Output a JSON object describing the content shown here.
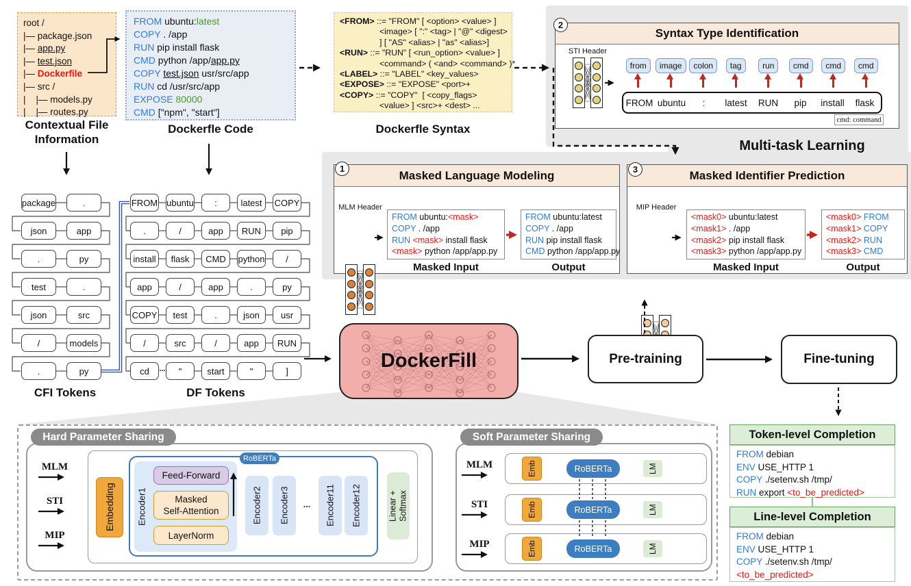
{
  "labels": {
    "contextual_file_information": "Contextual File\nInformation",
    "dockerfile_code": "Dockerfle Code",
    "dockerfile_syntax": "Dockerfle Syntax",
    "cfi_tokens": "CFI Tokens",
    "df_tokens": "DF Tokens",
    "multi_task_learning": "Multi-task Learning"
  },
  "flow": {
    "dockerfill": "DockerFill",
    "pre_training": "Pre-training",
    "fine_tuning": "Fine-tuning"
  },
  "file_tree": {
    "lines": [
      {
        "s": [
          {
            "t": "root /"
          }
        ]
      },
      {
        "s": [
          {
            "t": "|— package.json"
          }
        ]
      },
      {
        "s": [
          {
            "t": "|— "
          },
          {
            "t": "app.py",
            "c": "u"
          }
        ]
      },
      {
        "s": [
          {
            "t": "|— "
          },
          {
            "t": "test.json",
            "c": "u"
          }
        ]
      },
      {
        "s": [
          {
            "t": "|— "
          },
          {
            "t": "Dockerfile",
            "c": "rb"
          }
        ]
      },
      {
        "s": [
          {
            "t": "|— src /"
          }
        ]
      },
      {
        "s": [
          {
            "t": "|    |— models.py"
          }
        ]
      },
      {
        "s": [
          {
            "t": "|    |— routes.py"
          }
        ]
      }
    ]
  },
  "dockerfile_code": {
    "lines": [
      {
        "s": [
          {
            "t": "FROM",
            "c": "kw"
          },
          {
            "t": " ubuntu:"
          },
          {
            "t": "latest",
            "c": "val"
          }
        ]
      },
      {
        "s": [
          {
            "t": "COPY",
            "c": "kw"
          },
          {
            "t": " . /app"
          }
        ]
      },
      {
        "s": [
          {
            "t": "RUN",
            "c": "kw"
          },
          {
            "t": " pip install flask"
          }
        ]
      },
      {
        "s": [
          {
            "t": "CMD",
            "c": "kw"
          },
          {
            "t": " python /app/"
          },
          {
            "t": "app.py",
            "c": "u"
          }
        ]
      },
      {
        "s": [
          {
            "t": "COPY",
            "c": "kw"
          },
          {
            "t": " "
          },
          {
            "t": "test.json",
            "c": "u"
          },
          {
            "t": " usr/src/app"
          }
        ]
      },
      {
        "s": [
          {
            "t": "RUN",
            "c": "kw"
          },
          {
            "t": " cd /usr/src/app"
          }
        ]
      },
      {
        "s": [
          {
            "t": "EXPOSE",
            "c": "kw"
          },
          {
            "t": " "
          },
          {
            "t": "80000",
            "c": "val"
          }
        ]
      },
      {
        "s": [
          {
            "t": "CMD",
            "c": "kw"
          },
          {
            "t": " [\"npm\", \"start\"]"
          }
        ]
      }
    ]
  },
  "dockerfile_syntax": {
    "lines": [
      {
        "s": [
          {
            "t": "<FROM>",
            "c": "b"
          },
          {
            "t": " ::= \"FROM\" [ <option> <value> ]"
          }
        ]
      },
      {
        "ind": true,
        "s": [
          {
            "t": "<image> [ \":\" <tag> | \"@\" <digest>"
          }
        ]
      },
      {
        "ind": true,
        "s": [
          {
            "t": "] [ \"AS\" <alias> | \"as\" <alias>]"
          }
        ]
      },
      {
        "s": [
          {
            "t": "<RUN>",
            "c": "b"
          },
          {
            "t": " ::= \"RUN\" [ <run_option> <value> ]"
          }
        ]
      },
      {
        "ind": true,
        "s": [
          {
            "t": "<command> ( <and> <command> )*"
          }
        ]
      },
      {
        "s": [
          {
            "t": "<LABEL>",
            "c": "b"
          },
          {
            "t": " ::= \"LABEL\" <key_values>"
          }
        ]
      },
      {
        "s": [
          {
            "t": "<EXPOSE>",
            "c": "b"
          },
          {
            "t": " ::= \"EXPOSE\" <port>+"
          }
        ]
      },
      {
        "s": [
          {
            "t": "<COPY>",
            "c": "b"
          },
          {
            "t": " ::= \"COPY\"  [ <copy_flags>"
          }
        ]
      },
      {
        "ind": true,
        "s": [
          {
            "t": "<value> ] <src>+ <dest> ..."
          }
        ]
      }
    ]
  },
  "sti": {
    "number": "2",
    "title": "Syntax Type Identification",
    "header_label": "STI Header",
    "chips": [
      "from",
      "image",
      "colon",
      "tag",
      "run",
      "cmd",
      "cmd",
      "cmd"
    ],
    "tokens": [
      "FROM",
      "ubuntu",
      ":",
      "latest",
      "RUN",
      "pip",
      "install",
      "flask"
    ],
    "note": "cmd: command"
  },
  "mlm": {
    "number": "1",
    "title": "Masked Language Modeling",
    "header_label": "MLM Header",
    "masked_input_label": "Masked Input",
    "output_label": "Output",
    "masked_input_lines": [
      {
        "s": [
          {
            "t": "FROM",
            "c": "kw"
          },
          {
            "t": " ubuntu:"
          },
          {
            "t": "<mask>",
            "c": "mask"
          }
        ]
      },
      {
        "s": [
          {
            "t": "COPY",
            "c": "kw"
          },
          {
            "t": " . /app"
          }
        ]
      },
      {
        "s": [
          {
            "t": "RUN",
            "c": "kw"
          },
          {
            "t": " "
          },
          {
            "t": "<mask>",
            "c": "mask"
          },
          {
            "t": " install flask"
          }
        ]
      },
      {
        "s": [
          {
            "t": "<mask>",
            "c": "mask"
          },
          {
            "t": " python /app/app.py"
          }
        ]
      }
    ],
    "output_lines": [
      {
        "s": [
          {
            "t": "FROM",
            "c": "kw"
          },
          {
            "t": " ubuntu:latest"
          }
        ]
      },
      {
        "s": [
          {
            "t": "COPY",
            "c": "kw"
          },
          {
            "t": " . /app"
          }
        ]
      },
      {
        "s": [
          {
            "t": "RUN",
            "c": "kw"
          },
          {
            "t": " pip install flask"
          }
        ]
      },
      {
        "s": [
          {
            "t": "CMD",
            "c": "kw"
          },
          {
            "t": " python /app/app.py"
          }
        ]
      }
    ]
  },
  "mip": {
    "number": "3",
    "title": "Masked Identifier Prediction",
    "header_label": "MIP Header",
    "masked_input_label": "Masked Input",
    "output_label": "Output",
    "masked_input_lines": [
      {
        "s": [
          {
            "t": "<mask0>",
            "c": "mask"
          },
          {
            "t": " ubuntu:latest"
          }
        ]
      },
      {
        "s": [
          {
            "t": "<mask1>",
            "c": "mask"
          },
          {
            "t": " . /app"
          }
        ]
      },
      {
        "s": [
          {
            "t": "<mask2>",
            "c": "mask"
          },
          {
            "t": " pip install flask"
          }
        ]
      },
      {
        "s": [
          {
            "t": "<mask3>",
            "c": "mask"
          },
          {
            "t": " python /app/app.py"
          }
        ]
      }
    ],
    "output_lines": [
      {
        "s": [
          {
            "t": "<mask0>",
            "c": "mask"
          },
          {
            "t": " "
          },
          {
            "t": "FROM",
            "c": "kw"
          }
        ]
      },
      {
        "s": [
          {
            "t": "<mask1>",
            "c": "mask"
          },
          {
            "t": " "
          },
          {
            "t": "COPY",
            "c": "kw"
          }
        ]
      },
      {
        "s": [
          {
            "t": "<mask2>",
            "c": "mask"
          },
          {
            "t": " "
          },
          {
            "t": "RUN",
            "c": "kw"
          }
        ]
      },
      {
        "s": [
          {
            "t": "<mask3>",
            "c": "mask"
          },
          {
            "t": " "
          },
          {
            "t": "CMD",
            "c": "kw"
          }
        ]
      }
    ]
  },
  "grids": {
    "cfi": {
      "rows": [
        [
          "package",
          "."
        ],
        [
          "json",
          "app"
        ],
        [
          ".",
          "py"
        ],
        [
          "test",
          "."
        ],
        [
          "json",
          "src"
        ],
        [
          "/",
          "models"
        ],
        [
          ".",
          "py"
        ]
      ]
    },
    "df": {
      "ellipsis": "...",
      "rows": [
        [
          "FROM",
          "ubuntu",
          ":",
          "latest",
          "COPY"
        ],
        [
          ".",
          "/",
          "app",
          "RUN",
          "pip"
        ],
        [
          "install",
          "flask",
          "CMD",
          "python",
          "/"
        ],
        [
          "app",
          "/",
          "app",
          ".",
          "py"
        ],
        [
          "COPY",
          "test",
          ".",
          "json",
          "usr"
        ],
        [
          "/",
          "src",
          "/",
          "app",
          "RUN"
        ],
        [
          "cd",
          "\"",
          "start",
          "\"",
          "]"
        ]
      ]
    }
  },
  "hard": {
    "title": "Hard Parameter Sharing",
    "tasks": [
      "MLM",
      "STI",
      "MIP"
    ],
    "embedding": "Embedding",
    "roberta": "RoBERTa",
    "encoder1": "Encoder1",
    "feed_forward": "Feed-Forward",
    "masked_self_attention": "Masked\nSelf-Attention",
    "layernorm": "LayerNorm",
    "encoders": [
      "Encoder2",
      "Encoder3",
      "Encoder11",
      "Encoder12"
    ],
    "dots": "...",
    "linear_softmax": "Linear +\nSoftmax"
  },
  "soft": {
    "title": "Soft Parameter Sharing",
    "tasks": [
      "MLM",
      "STI",
      "MIP"
    ],
    "emb": "Emb",
    "roberta": "RoBERTa",
    "lm": "LM"
  },
  "token_completion": {
    "title": "Token-level Completion",
    "lines": [
      {
        "s": [
          {
            "t": "FROM",
            "c": "kw"
          },
          {
            "t": " debian"
          }
        ]
      },
      {
        "s": [
          {
            "t": "ENV",
            "c": "kw"
          },
          {
            "t": " USE_HTTP 1"
          }
        ]
      },
      {
        "s": [
          {
            "t": "COPY",
            "c": "kw"
          },
          {
            "t": " ./setenv.sh /tmp/"
          }
        ]
      },
      {
        "s": [
          {
            "t": "RUN",
            "c": "kw"
          },
          {
            "t": " export "
          },
          {
            "t": "<to_be_predicted>",
            "c": "mask"
          }
        ]
      }
    ]
  },
  "line_completion": {
    "title": "Line-level Completion",
    "lines": [
      {
        "s": [
          {
            "t": "FROM",
            "c": "kw"
          },
          {
            "t": " debian"
          }
        ]
      },
      {
        "s": [
          {
            "t": "ENV",
            "c": "kw"
          },
          {
            "t": " USE_HTTP 1"
          }
        ]
      },
      {
        "s": [
          {
            "t": "COPY",
            "c": "kw"
          },
          {
            "t": " ./setenv.sh /tmp/"
          }
        ]
      },
      {
        "s": [
          {
            "t": "<to_be_predicted>",
            "c": "mask"
          }
        ]
      }
    ]
  }
}
